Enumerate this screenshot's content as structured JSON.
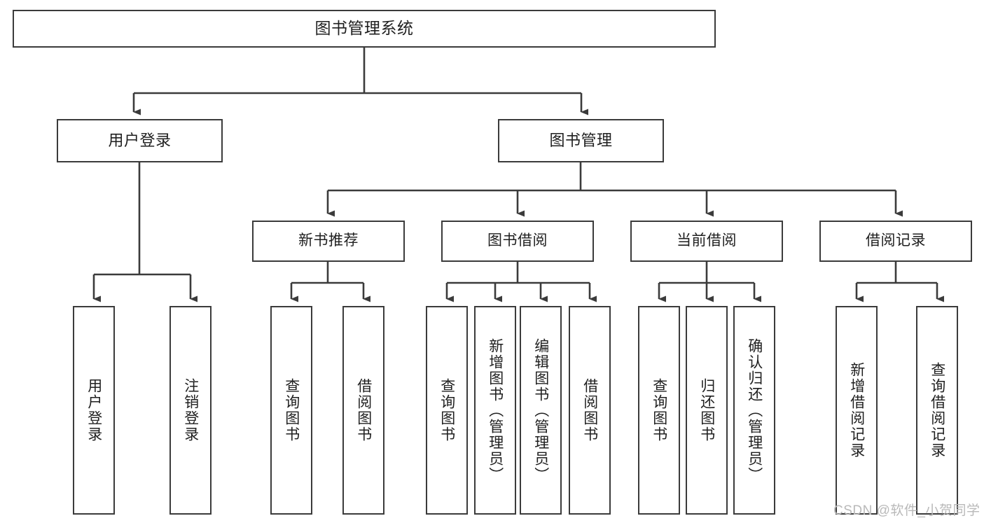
{
  "diagram": {
    "type": "tree-hierarchy-chart",
    "title": "图书管理系统",
    "line_color": "#3b3b3b",
    "box_fill": "#ffffff",
    "text_color": "#1f1f1f",
    "nodes": {
      "root": {
        "label": "图书管理系统"
      },
      "level2": [
        {
          "label": "用户登录"
        },
        {
          "label": "图书管理"
        }
      ],
      "level3": [
        {
          "label": "新书推荐"
        },
        {
          "label": "图书借阅"
        },
        {
          "label": "当前借阅"
        },
        {
          "label": "借阅记录"
        }
      ],
      "leaves": {
        "user_login": [
          {
            "label": "用户登录"
          },
          {
            "label": "注销登录"
          }
        ],
        "new_book_recommend": [
          {
            "label": "查询图书"
          },
          {
            "label": "借阅图书"
          }
        ],
        "book_borrow": [
          {
            "label": "查询图书"
          },
          {
            "label": "新增图书（管理员）"
          },
          {
            "label": "编辑图书（管理员）"
          },
          {
            "label": "借阅图书"
          }
        ],
        "current_borrow": [
          {
            "label": "查询图书"
          },
          {
            "label": "归还图书"
          },
          {
            "label": "确认归还（管理员）"
          }
        ],
        "borrow_record": [
          {
            "label": "新增借阅记录"
          },
          {
            "label": "查询借阅记录"
          }
        ]
      }
    },
    "watermark": "CSDN @软件_小贺同学"
  }
}
